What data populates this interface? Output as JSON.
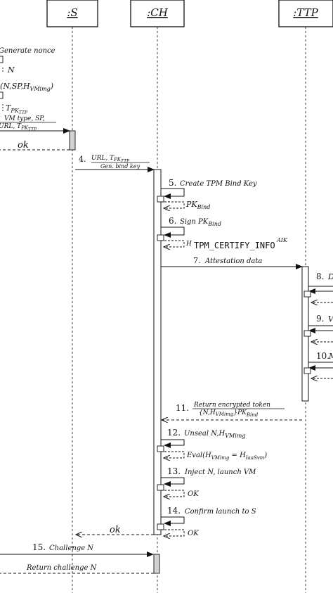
{
  "participants": {
    "s": ":S",
    "ch": ":CH",
    "ttp": ":TTP"
  },
  "steps": {
    "gen_nonce": "Generate nonce",
    "nonce_sym": "N",
    "enc_expr": "E(N,SP,H",
    "enc_sub": "VMimg",
    "enc_close": ")",
    "tpk_main": "T",
    "tpk_sub": "PK",
    "tpk_subsub": "TTP",
    "vmtype_line1": "VM type, SP,",
    "vmtype_line2": "URL, T",
    "ok_return_s": "ok",
    "step4_num": "4.",
    "step4_line1": "URL, T",
    "step4_line2": "Gen. bind key",
    "step5_num": "5.",
    "step5_text": "Create TPM Bind Key",
    "step5_ret_main": "PK",
    "step5_ret_sub": "Bind",
    "step6_num": "6.",
    "step6_text": "Sign PK",
    "step6_sub": "Bind",
    "step6_ret_h": "H",
    "step6_ret_sub": "TPM_CERTIFY_INFO",
    "step6_ret_sup": "AIK",
    "step7_num": "7.",
    "step7_text": "Attestation data",
    "step8_num": "8.",
    "step8_text": "D",
    "step9_num": "9.",
    "step9_text": "V",
    "step10_num": "10.",
    "step10_text": "M",
    "step11_num": "11.",
    "step11_line1": "Return encrypted token",
    "step11_line2": "{N,H",
    "step11_line2_sub": "VMimg",
    "step11_line2_close": "}PK",
    "step11_line2_bind": "Bind",
    "step12_num": "12.",
    "step12_text": "Unseal N,H",
    "step12_sub": "VMimg",
    "step12_ret": "Eval(H",
    "step12_ret_sub1": "VMimg",
    "step12_ret_mid": " = H",
    "step12_ret_sub2": "IaaSvm",
    "step12_ret_close": ")",
    "step13_num": "13.",
    "step13_text": "Inject N, launch VM",
    "step13_ret": "OK",
    "step14_num": "14.",
    "step14_text": "Confirm launch to S",
    "step14_ret": "OK",
    "ok_return_ch": "ok",
    "step15_num": "15.",
    "step15_text": "Challenge N",
    "return_challenge": "Return challenge N"
  },
  "colors": {
    "line": "#111111",
    "activation_fill": "#ffffff",
    "activation_shaded": "#d3d3d3"
  }
}
